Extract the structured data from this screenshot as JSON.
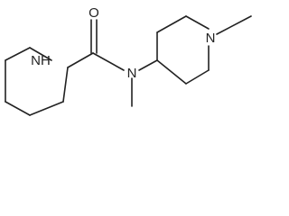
{
  "molecule": {
    "atoms": {
      "piperidine_nh": "NH",
      "carbonyl_o": "O",
      "amide_n": "N",
      "ring_n": "N"
    }
  }
}
